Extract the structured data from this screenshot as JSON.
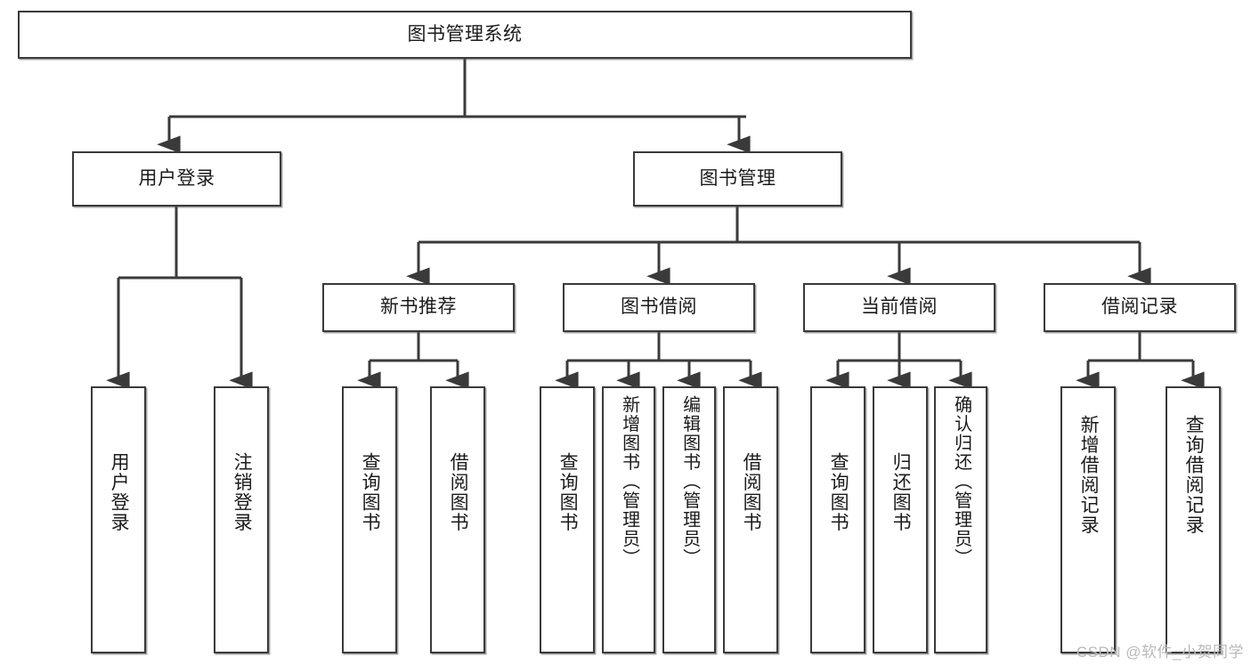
{
  "diagram": {
    "title": "图书管理系统",
    "type": "hierarchy-tree",
    "root": {
      "label": "图书管理系统"
    },
    "level1": [
      {
        "label": "用户登录"
      },
      {
        "label": "图书管理"
      }
    ],
    "level2": [
      {
        "label": "新书推荐"
      },
      {
        "label": "图书借阅"
      },
      {
        "label": "当前借阅"
      },
      {
        "label": "借阅记录"
      }
    ],
    "leaves": {
      "user_login": [
        {
          "label": "用户登录"
        },
        {
          "label": "注销登录"
        }
      ],
      "new_book": [
        {
          "label": "查询图书"
        },
        {
          "label": "借阅图书"
        }
      ],
      "book_borrow": [
        {
          "label": "查询图书"
        },
        {
          "label": "新增图书（管理员）"
        },
        {
          "label": "编辑图书（管理员）"
        },
        {
          "label": "借阅图书"
        }
      ],
      "current_borrow": [
        {
          "label": "查询图书"
        },
        {
          "label": "归还图书"
        },
        {
          "label": "确认归还（管理员）"
        }
      ],
      "borrow_record": [
        {
          "label": "新增借阅记录"
        },
        {
          "label": "查询借阅记录"
        }
      ]
    }
  },
  "watermark": {
    "text": "CSDN @软件_小贺同学"
  },
  "colors": {
    "box_border": "#3a3a3a",
    "box_fill": "#ffffff",
    "connector": "#3a3a3a",
    "text": "#1b1b1b",
    "watermark": "#b9b9b9",
    "background": "#ffffff"
  }
}
